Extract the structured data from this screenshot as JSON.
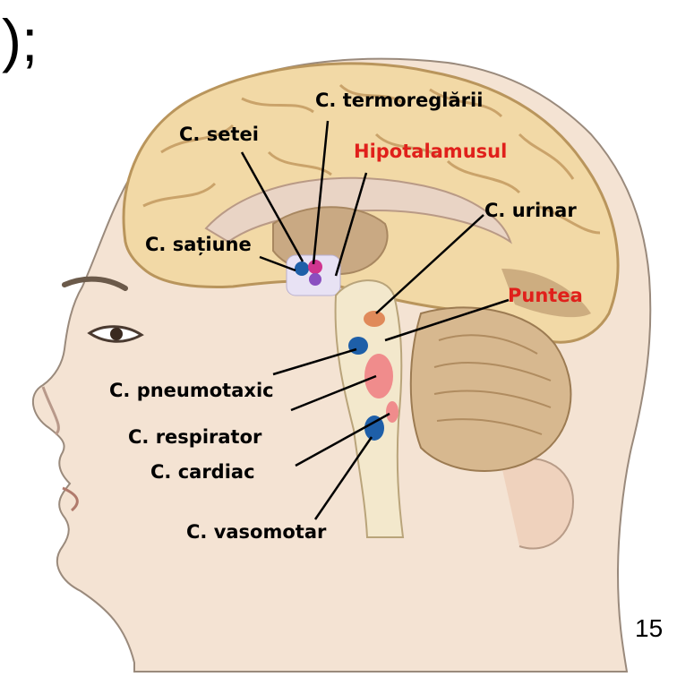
{
  "slide": {
    "corner_text": ");",
    "page_number": "15"
  },
  "labels": {
    "termoreglarii": "C. termoreglării",
    "setei": "C. setei",
    "hipotalamusul": "Hipotalamusul",
    "urinar": "C. urinar",
    "satiune": "C. sațiune",
    "puntea": "Puntea",
    "pneumotaxic": "C. pneumotaxic",
    "respirator": "C. respirator",
    "cardiac": "C. cardiac",
    "vasomotar": "C. vasomotar"
  },
  "colors": {
    "label_black": "#000000",
    "label_red": "#e0201b",
    "center_blue": "#1e5fa8",
    "center_pink": "#f08c8c",
    "center_magenta": "#d0358f",
    "brain_tan": "#f2d9a6",
    "skin": "#f4e3d3"
  }
}
